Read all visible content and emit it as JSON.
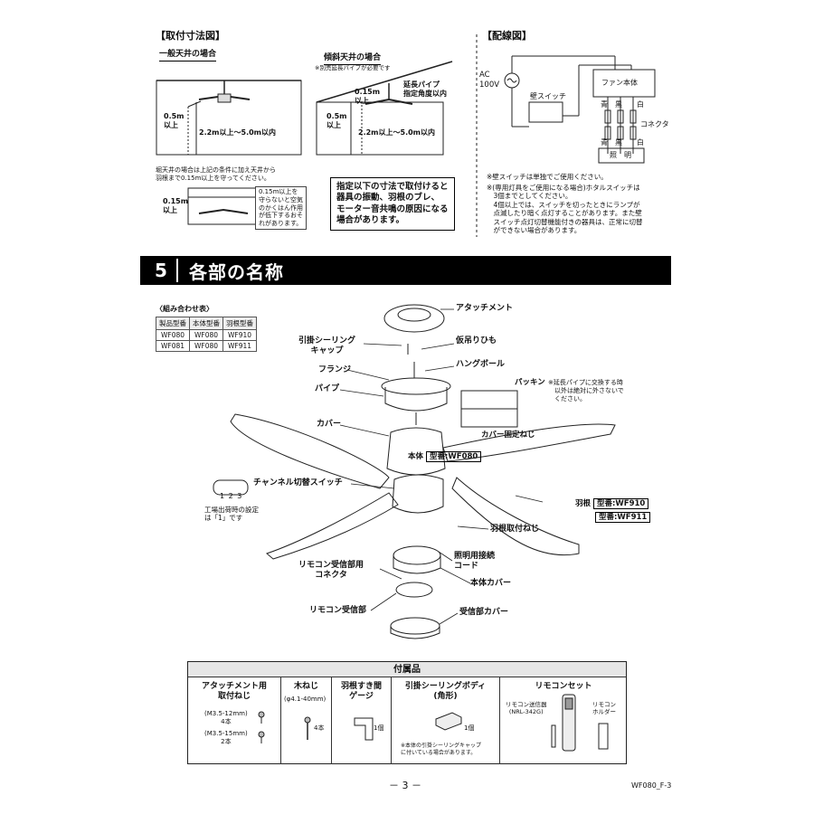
{
  "install": {
    "section_title": "【取付寸法図】",
    "general_tag": "一般天井の場合",
    "slope_tag": "傾斜天井の場合",
    "slope_note": "※別売延長パイプが必要です",
    "ext_pipe": "延長パイプ\n指定角度以内",
    "dim_015": "0.15m\n以上",
    "dim_05": "0.5m\n以上",
    "dim_height": "2.2m以上～5.0m以内",
    "recess_note": "堀天井の場合は上記の条件に加え天井から\n羽根まで0.15m以上を守ってください。",
    "recess_box": "0.15m以上を\n守らないと空気\nのかくはん作用\nが低下するおそ\nれがあります。",
    "warn_box": "指定以下の寸法で取付けると\n器具の振動、羽根のブレ、\nモーター音共鳴の原因になる\n場合があります。"
  },
  "wiring": {
    "section_title": "【配線図】",
    "ac": "AC\n100V",
    "switch": "壁スイッチ",
    "fan_body": "ファン本体",
    "blue": "青",
    "black": "黒",
    "white": "白",
    "connector": "コネクタ",
    "lighting": "照　明",
    "note1": "※壁スイッチは単独でご使用ください。",
    "note2": "※(専用灯具をご使用になる場合)ホタルスイッチは\n　3個までとしてください。\n　4個以上では、スイッチを切ったときにランプが\n　点滅したり暗く点灯することがあります。また壁\n　スイッチ点灯切替機能付きの器具は、正常に切替\n　ができない場合があります。"
  },
  "section5": {
    "number": "5",
    "title": "各部の名称"
  },
  "combo": {
    "title": "〈組み合わせ表〉",
    "headers": [
      "製品型番",
      "本体型番",
      "羽根型番"
    ],
    "rows": [
      [
        "WF080",
        "WF080",
        "WF910"
      ],
      [
        "WF081",
        "WF080",
        "WF911"
      ]
    ]
  },
  "parts": {
    "attachment": "アタッチメント",
    "ceiling_cap": "引掛シーリング\nキャップ",
    "temp_cord": "仮吊りひも",
    "flange": "フランジ",
    "hang_ball": "ハングボール",
    "pipe": "パイプ",
    "packing": "パッキン",
    "packing_note": "※延長パイプに交換する時\n　以外は絶対に外さないで\n　ください。",
    "cover": "カバー",
    "cover_screw": "カバー固定ねじ",
    "body": "本体",
    "body_model": "型番:WF080",
    "channel_switch": "チャンネル切替スイッチ",
    "switch_digits": "1 2 3",
    "factory_note": "工場出荷時の設定\nは「1」です",
    "blade": "羽根",
    "blade_model1": "型番:WF910",
    "blade_model2": "型番:WF911",
    "blade_screw": "羽根取付ねじ",
    "light_cord": "照明用接続\nコード",
    "remote_conn": "リモコン受信部用\nコネクタ",
    "body_cover": "本体カバー",
    "remote_recv": "リモコン受信部",
    "recv_cover": "受信部カバー"
  },
  "accessories": {
    "header": "付属品",
    "c1_title": "アタッチメント用\n取付ねじ",
    "c1_a": "(M3.5-12mm)\n4本",
    "c1_b": "(M3.5-15mm)\n2本",
    "c2_title": "木ねじ",
    "c2_spec": "(φ4.1-40mm)",
    "c2_qty": "4本",
    "c3_title": "羽根すき間\nゲージ",
    "c3_qty": "1個",
    "c4_title": "引掛シーリングボディ\n(角形)",
    "c4_qty": "1個",
    "c4_note": "※本体の引掛シーリングキャップ\nに付いている場合があります。",
    "c5_title": "リモコンセット",
    "c5_tx": "リモコン送信器\n(NRL-342G)",
    "c5_holder": "リモコン\nホルダー"
  },
  "footer": {
    "page": "－ 3 －",
    "code": "WF080_F-3"
  }
}
